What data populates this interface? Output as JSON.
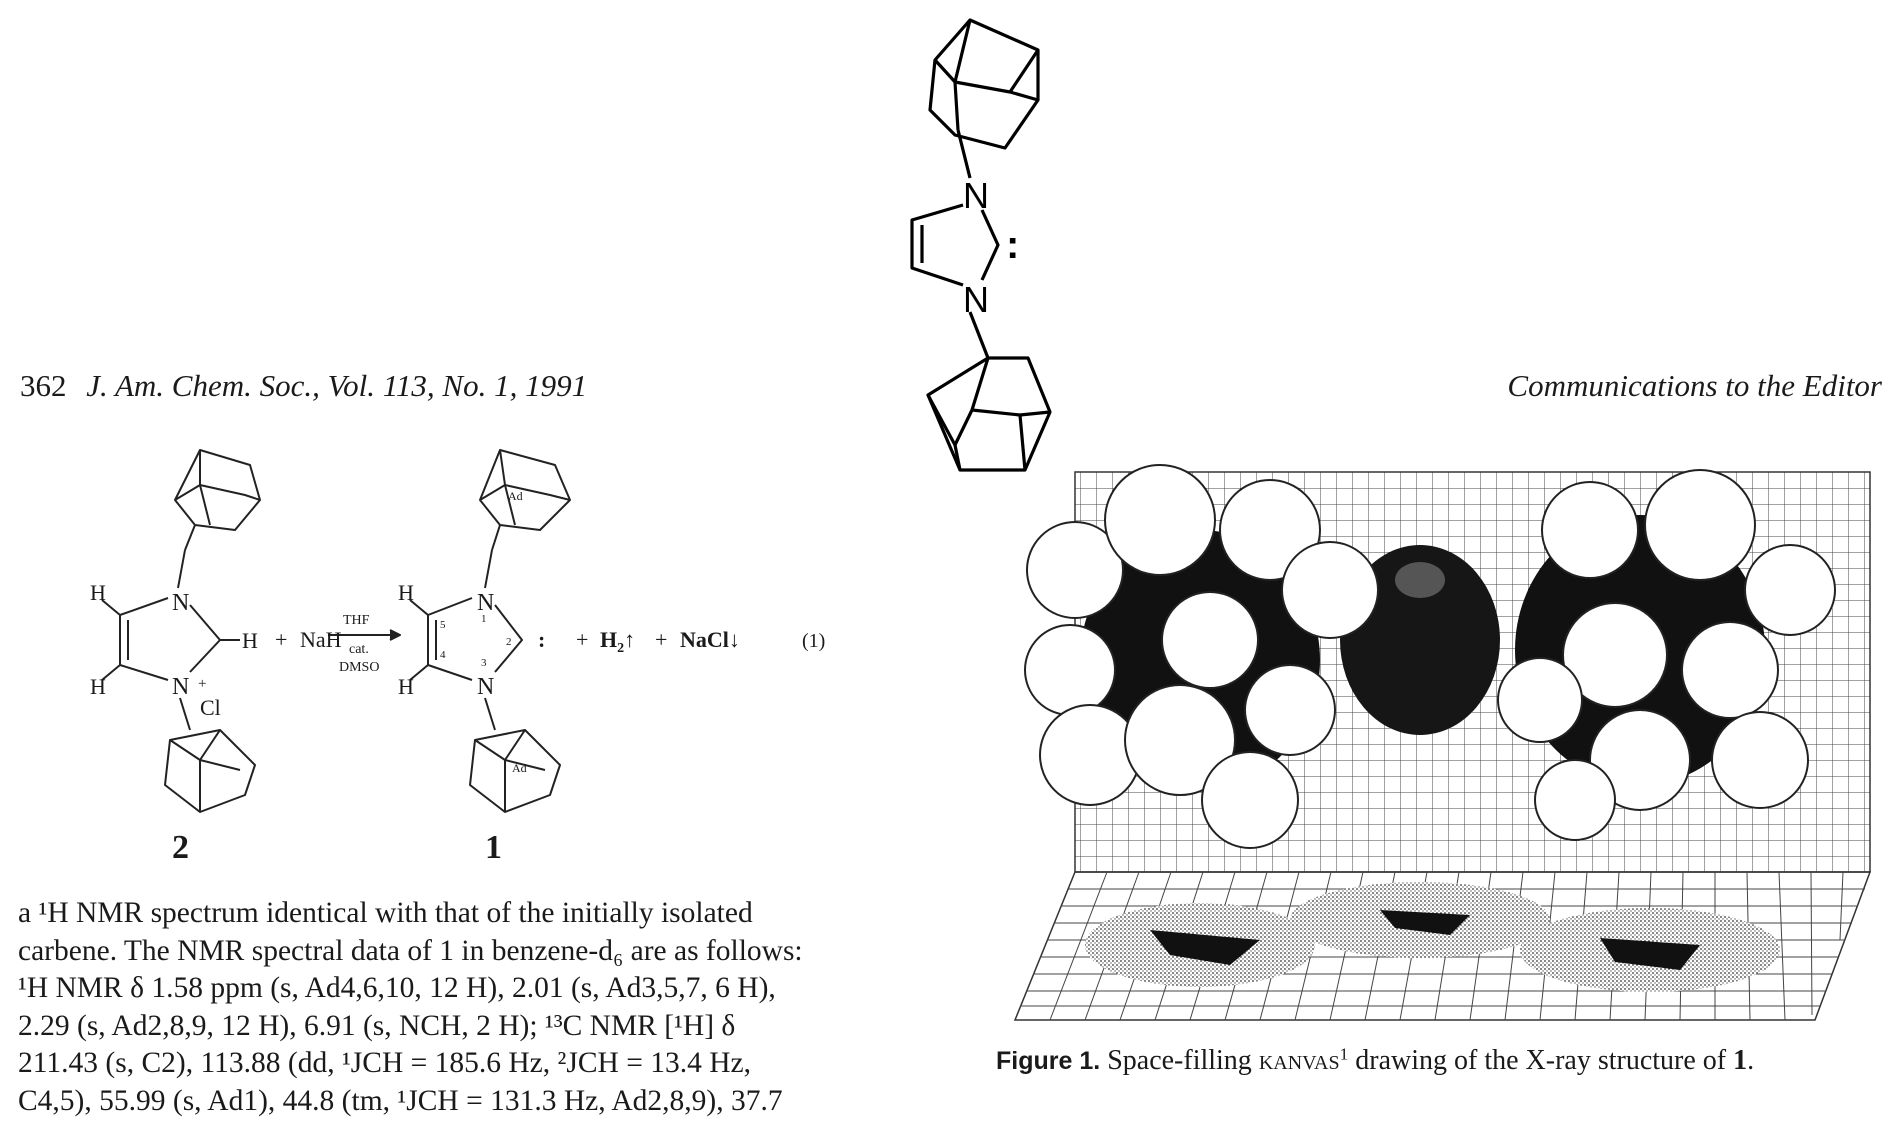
{
  "header": {
    "page_number": "362",
    "journal": "J. Am. Chem. Soc., Vol. 113, No. 1, 1991",
    "section": "Communications to the Editor"
  },
  "scheme": {
    "compound_2_label": "2",
    "compound_1_label": "1",
    "plus1": "+",
    "reagent": "NaH",
    "cond_top": "THF",
    "cond_mid": "cat.",
    "cond_bottom": "DMSO",
    "plus2": "+",
    "h2": "H",
    "h2_sub": "2",
    "up_arrow": "↑",
    "plus3": "+",
    "nacl": "NaCl",
    "down_arrow": "↓",
    "equation_number": "(1)",
    "atom_N": "N",
    "atom_H": "H",
    "counterion": "Cl",
    "ad_label": "Ad",
    "ring_num_1": "1",
    "ring_num_2": "2",
    "ring_num_3": "3",
    "ring_num_4": "4",
    "ring_num_5": "5",
    "carbene_dots": ":"
  },
  "carbene_structure": {
    "n_top": "N",
    "n_bottom": "N",
    "dots": ":"
  },
  "body": {
    "line1": "a ¹H NMR spectrum identical with that of the initially isolated",
    "line2": "carbene. The NMR spectral data of 1 in benzene-d₆ are as follows:",
    "line3": "¹H NMR δ 1.58 ppm (s, Ad4,6,10, 12 H), 2.01 (s, Ad3,5,7, 6 H),",
    "line4": "2.29 (s, Ad2,8,9, 12 H), 6.91 (s, NCH, 2 H); ¹³C NMR [¹H] δ",
    "line5": "211.43 (s, C2), 113.88 (dd, ¹JCH = 185.6 Hz, ²JCH = 13.4 Hz,",
    "line6": "C4,5), 55.99 (s, Ad1), 44.8 (tm, ¹JCH = 131.3 Hz, Ad2,8,9), 37.7"
  },
  "figure": {
    "caption_label": "Figure 1.",
    "caption_text_before": "Space-filling",
    "caption_kanvas": "kanvas",
    "caption_ref": "1",
    "caption_text_after": "drawing of the X-ray structure of",
    "caption_compound": "1",
    "caption_period": "."
  }
}
